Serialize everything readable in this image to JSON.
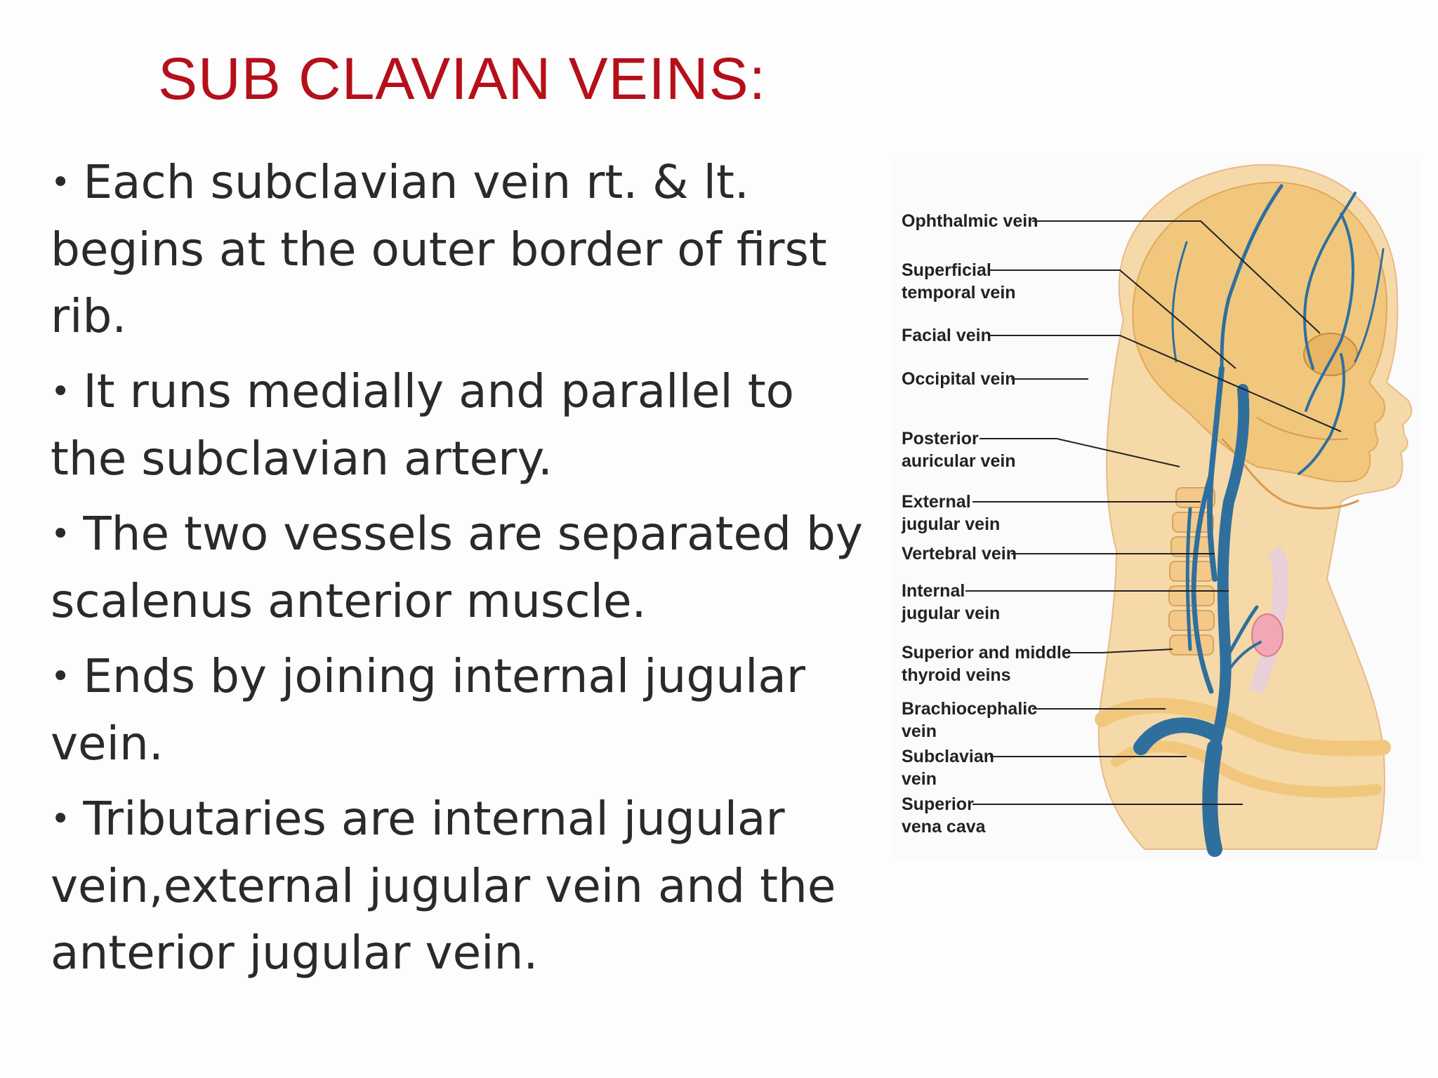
{
  "slide": {
    "title": "SUB CLAVIAN VEINS:",
    "bullets": [
      "Each subclavian vein rt. & lt. begins at the outer border of first rib.",
      "It runs medially and parallel to the subclavian artery.",
      "The two vessels are separated by scalenus anterior muscle.",
      "Ends by joining internal jugular vein.",
      "Tributaries are internal jugular vein,external jugular vein and the anterior jugular vein."
    ],
    "bullet_symbol": "•"
  },
  "figure": {
    "labels": {
      "ophthalmic": [
        "Ophthalmic vein"
      ],
      "superficial_temporal": [
        "Superficial",
        "temporal vein"
      ],
      "facial": [
        "Facial vein"
      ],
      "occipital": [
        "Occipital vein"
      ],
      "posterior_auricular": [
        "Posterior",
        "auricular vein"
      ],
      "external_jugular": [
        "External",
        "jugular vein"
      ],
      "vertebral": [
        "Vertebral vein"
      ],
      "internal_jugular": [
        "Internal",
        "jugular vein"
      ],
      "thyroid": [
        "Superior and middle",
        "thyroid veins"
      ],
      "brachiocephalic": [
        "Brachiocephalic",
        "vein"
      ],
      "subclavian": [
        "Subclavian",
        "vein"
      ],
      "svc": [
        "Superior",
        "vena cava"
      ]
    }
  },
  "colors": {
    "title": "#b5101a",
    "text": "#2a2a2a",
    "skin": "#f6d9a8",
    "bone": "#f1c77e",
    "vein": "#2f6f9e"
  }
}
